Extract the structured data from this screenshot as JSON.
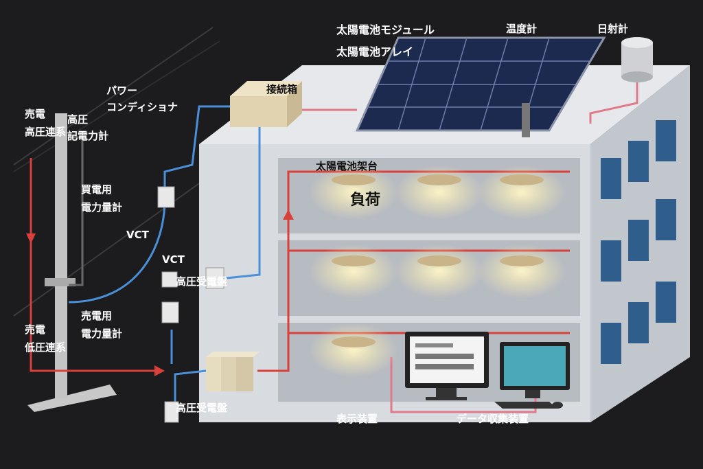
{
  "labels": {
    "solar_module": "太陽電池モジュール",
    "solar_array": "太陽電池アレイ",
    "thermometer": "温度計",
    "pyranometer": "日射計",
    "junction_box": "接続箱",
    "power_conditioner_1": "パワー",
    "power_conditioner_2": "コンディショナ",
    "sell_hv_1": "売電",
    "sell_hv_2": "高圧連系",
    "hv_meter_1": "高圧",
    "hv_meter_2": "記電力計",
    "buy_meter_1": "買電用",
    "buy_meter_2": "電力量計",
    "vct_1": "VCT",
    "vct_2": "VCT",
    "hv_panel_1": "高圧受電盤",
    "sell_meter_1": "売電用",
    "sell_meter_2": "電力量計",
    "sell_lv_1": "売電",
    "sell_lv_2": "低圧連系",
    "hv_panel_2": "高圧受電盤",
    "mount": "太陽電池架台",
    "load": "負荷",
    "display": "表示装置",
    "data_collector": "データ収集装置"
  },
  "colors": {
    "background": "#1c1c1e",
    "power_line": "#d9403a",
    "signal_line_blue": "#4a90d9",
    "signal_line_pink": "#e07a8a",
    "building": "#d5d8de"
  }
}
